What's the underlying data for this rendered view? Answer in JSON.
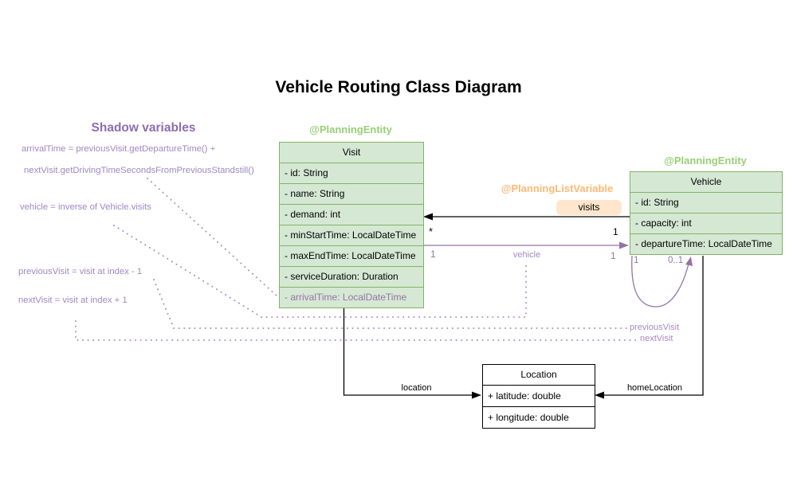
{
  "title": "Vehicle Routing Class Diagram",
  "shadow_panel": {
    "heading": "Shadow variables",
    "line1": "arrivalTime = previousVisit.getDepartureTime() +",
    "line2": "nextVisit.getDrivingTimeSecondsFromPreviousStandstill()",
    "line3": "vehicle = inverse of Vehicle.visits",
    "line4": "previousVisit = visit at index - 1",
    "line5": "nextVisit = visit at index + 1"
  },
  "visit": {
    "annotation": "@PlanningEntity",
    "name": "Visit",
    "fields": [
      "- id: String",
      "- name: String",
      "- demand: int",
      "- minStartTime: LocalDateTime",
      "- maxEndTime: LocalDateTime",
      "- serviceDuration: Duration"
    ],
    "shadow_field": "- arrivalTime: LocalDateTime"
  },
  "vehicle": {
    "annotation": "@PlanningEntity",
    "name": "Vehicle",
    "fields": [
      "- id: String",
      "- capacity: int",
      "- departureTime: LocalDateTime"
    ]
  },
  "location": {
    "name": "Location",
    "fields": [
      "+ latitude: double",
      "+ longitude: double"
    ]
  },
  "edges": {
    "visits": {
      "annotation": "@PlanningListVariable",
      "label": "visits",
      "target_multiplicity": "*",
      "source_multiplicity": "1"
    },
    "vehicle_ref": {
      "label": "vehicle",
      "source_multiplicity": "1",
      "target_multiplicity": "1"
    },
    "chain": {
      "source_multiplicity": "1",
      "target_multiplicity": "0..1",
      "previous_label": "previousVisit",
      "next_label": "nextVisit"
    },
    "location_ref": {
      "label": "location"
    },
    "home_location_ref": {
      "label": "homeLocation"
    }
  },
  "colors": {
    "green_text": "#97d077",
    "green_fill": "#d5e8d4",
    "green_border": "#82b366",
    "orange_text": "#ffb875",
    "orange_fill": "#ffe6cc",
    "purple": "#9673a6",
    "purple_text": "#a187c2",
    "dotted_line": "#a993c7",
    "black": "#000000"
  }
}
